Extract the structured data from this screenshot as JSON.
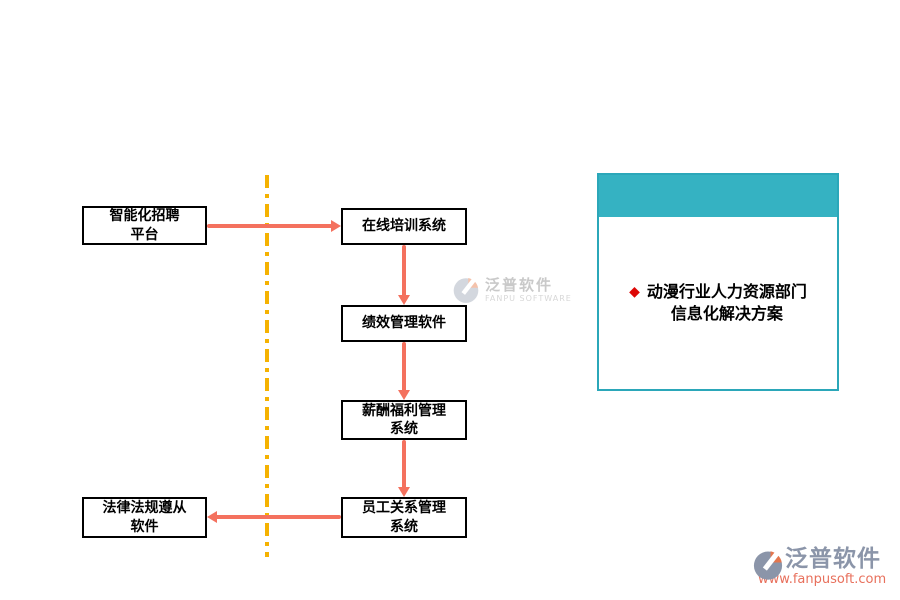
{
  "colors": {
    "accent_teal": "#35b2c2",
    "panel_border": "#2ba7b9",
    "arrow": "#f4715e",
    "dash_line": "#f5b201",
    "bullet_red": "#dd0806",
    "logo_slate": "#8b95a9",
    "logo_orange": "#e4764e",
    "url_red": "#e8705c"
  },
  "flowchart": {
    "boxes": [
      {
        "label": "智能化招聘\n平台"
      },
      {
        "label": "在线培训系统"
      },
      {
        "label": "绩效管理软件"
      },
      {
        "label": "薪酬福利管理\n系统"
      },
      {
        "label": "员工关系管理\n系统"
      },
      {
        "label": "法律法规遵从\n软件"
      }
    ]
  },
  "panel": {
    "bullet": "◆",
    "title": "动漫行业人力资源部门\n信息化解决方案"
  },
  "watermark_center": {
    "brand": "泛普软件",
    "subtitle": "FANPU SOFTWARE"
  },
  "watermark_corner": {
    "brand": "泛普软件",
    "url": "www.fanpusoft.com"
  }
}
